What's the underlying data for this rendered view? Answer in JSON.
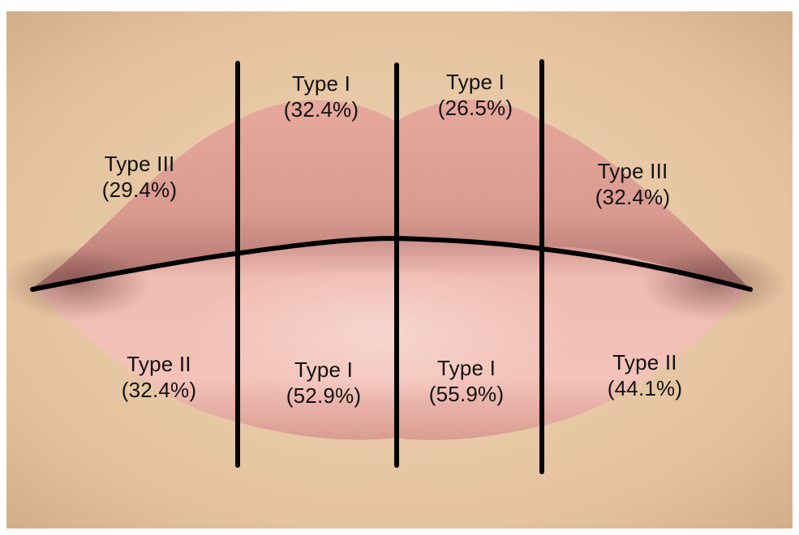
{
  "colors": {
    "skin": "#e9c9a6",
    "lip": "#eab3a8",
    "lip_shadow": "#a8706b",
    "line": "#000000",
    "text": "#111111"
  },
  "zones": [
    {
      "id": "upper-left",
      "type": "Type III",
      "percent": "(29.4%)"
    },
    {
      "id": "upper-center-left",
      "type": "Type I",
      "percent": "(32.4%)"
    },
    {
      "id": "upper-center-right",
      "type": "Type I",
      "percent": "(26.5%)"
    },
    {
      "id": "upper-right",
      "type": "Type III",
      "percent": "(32.4%)"
    },
    {
      "id": "lower-left",
      "type": "Type II",
      "percent": "(32.4%)"
    },
    {
      "id": "lower-center-left",
      "type": "Type I",
      "percent": "(52.9%)"
    },
    {
      "id": "lower-center-right",
      "type": "Type I",
      "percent": "(55.9%)"
    },
    {
      "id": "lower-right",
      "type": "Type II",
      "percent": "(44.1%)"
    }
  ]
}
